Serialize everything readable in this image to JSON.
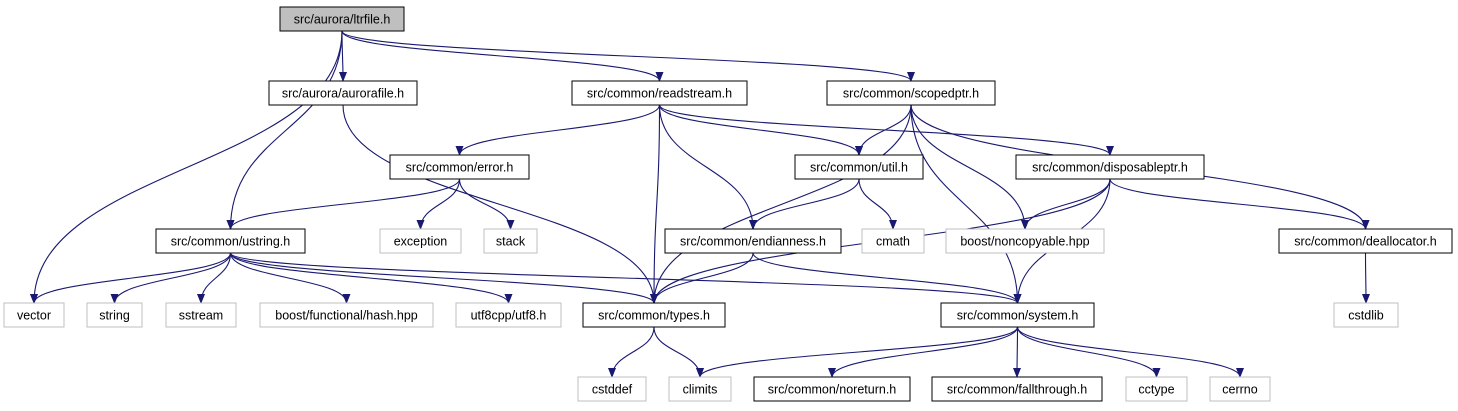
{
  "graph": {
    "nodes": [
      {
        "id": "ltrfile",
        "label": "src/aurora/ltrfile.h",
        "kind": "root"
      },
      {
        "id": "aurorafile",
        "label": "src/aurora/aurorafile.h",
        "kind": "local"
      },
      {
        "id": "readstream",
        "label": "src/common/readstream.h",
        "kind": "local"
      },
      {
        "id": "scopedptr",
        "label": "src/common/scopedptr.h",
        "kind": "local"
      },
      {
        "id": "error",
        "label": "src/common/error.h",
        "kind": "local"
      },
      {
        "id": "util",
        "label": "src/common/util.h",
        "kind": "local"
      },
      {
        "id": "disposableptr",
        "label": "src/common/disposableptr.h",
        "kind": "local"
      },
      {
        "id": "exception",
        "label": "exception",
        "kind": "system"
      },
      {
        "id": "stack",
        "label": "stack",
        "kind": "system"
      },
      {
        "id": "endianness",
        "label": "src/common/endianness.h",
        "kind": "local"
      },
      {
        "id": "cmath",
        "label": "cmath",
        "kind": "system"
      },
      {
        "id": "noncopyable",
        "label": "boost/noncopyable.hpp",
        "kind": "system"
      },
      {
        "id": "deallocator",
        "label": "src/common/deallocator.h",
        "kind": "local"
      },
      {
        "id": "ustring",
        "label": "src/common/ustring.h",
        "kind": "local"
      },
      {
        "id": "vector",
        "label": "vector",
        "kind": "system"
      },
      {
        "id": "string",
        "label": "string",
        "kind": "system"
      },
      {
        "id": "sstream",
        "label": "sstream",
        "kind": "system"
      },
      {
        "id": "hash",
        "label": "boost/functional/hash.hpp",
        "kind": "system"
      },
      {
        "id": "utf8",
        "label": "utf8cpp/utf8.h",
        "kind": "system"
      },
      {
        "id": "types",
        "label": "src/common/types.h",
        "kind": "local"
      },
      {
        "id": "system",
        "label": "src/common/system.h",
        "kind": "local"
      },
      {
        "id": "cstdlib",
        "label": "cstdlib",
        "kind": "system"
      },
      {
        "id": "cstddef",
        "label": "cstddef",
        "kind": "system"
      },
      {
        "id": "climits",
        "label": "climits",
        "kind": "system"
      },
      {
        "id": "noreturn",
        "label": "src/common/noreturn.h",
        "kind": "local"
      },
      {
        "id": "fallthrough",
        "label": "src/common/fallthrough.h",
        "kind": "local"
      },
      {
        "id": "cctype",
        "label": "cctype",
        "kind": "system"
      },
      {
        "id": "cerrno",
        "label": "cerrno",
        "kind": "system"
      }
    ],
    "edges": [
      [
        "ltrfile",
        "vector"
      ],
      [
        "ltrfile",
        "ustring"
      ],
      [
        "ltrfile",
        "aurorafile"
      ],
      [
        "ltrfile",
        "readstream"
      ],
      [
        "ltrfile",
        "scopedptr"
      ],
      [
        "aurorafile",
        "types"
      ],
      [
        "readstream",
        "error"
      ],
      [
        "readstream",
        "types"
      ],
      [
        "readstream",
        "endianness"
      ],
      [
        "readstream",
        "util"
      ],
      [
        "readstream",
        "disposableptr"
      ],
      [
        "scopedptr",
        "types"
      ],
      [
        "scopedptr",
        "util"
      ],
      [
        "scopedptr",
        "noncopyable"
      ],
      [
        "scopedptr",
        "system"
      ],
      [
        "scopedptr",
        "deallocator"
      ],
      [
        "error",
        "ustring"
      ],
      [
        "error",
        "exception"
      ],
      [
        "error",
        "stack"
      ],
      [
        "util",
        "endianness"
      ],
      [
        "util",
        "cmath"
      ],
      [
        "disposableptr",
        "noncopyable"
      ],
      [
        "disposableptr",
        "types"
      ],
      [
        "disposableptr",
        "system"
      ],
      [
        "disposableptr",
        "deallocator"
      ],
      [
        "endianness",
        "types"
      ],
      [
        "endianness",
        "system"
      ],
      [
        "deallocator",
        "cstdlib"
      ],
      [
        "ustring",
        "vector"
      ],
      [
        "ustring",
        "string"
      ],
      [
        "ustring",
        "sstream"
      ],
      [
        "ustring",
        "hash"
      ],
      [
        "ustring",
        "utf8"
      ],
      [
        "ustring",
        "types"
      ],
      [
        "ustring",
        "system"
      ],
      [
        "types",
        "cstddef"
      ],
      [
        "types",
        "climits"
      ],
      [
        "system",
        "climits"
      ],
      [
        "system",
        "noreturn"
      ],
      [
        "system",
        "fallthrough"
      ],
      [
        "system",
        "cctype"
      ],
      [
        "system",
        "cerrno"
      ]
    ]
  }
}
